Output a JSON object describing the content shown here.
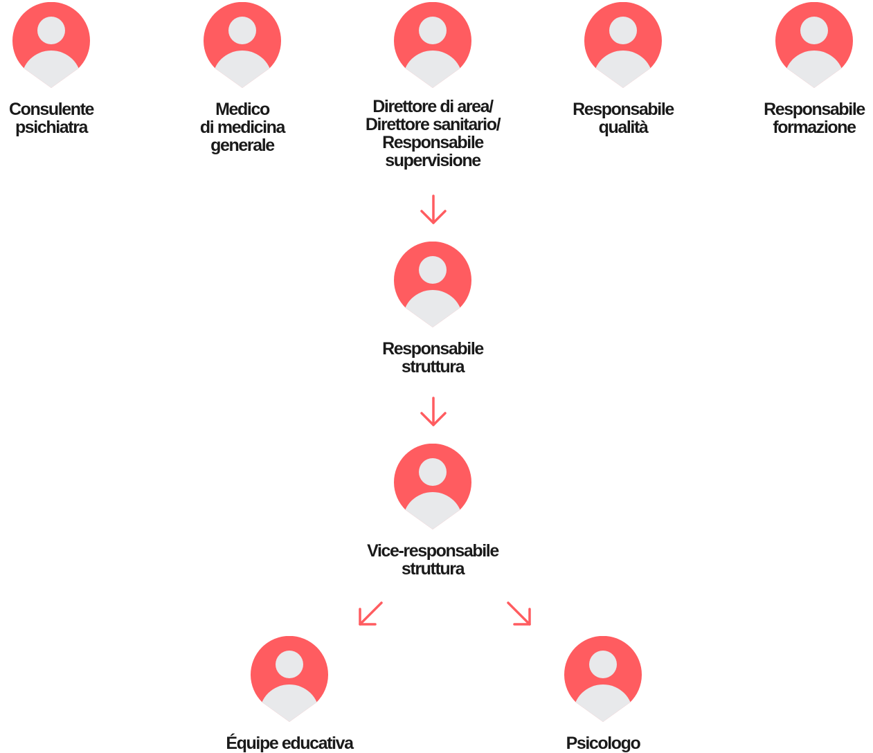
{
  "colors": {
    "accent": "#ff5c60",
    "avatar_fill": "#e8e9eb",
    "text": "#1a1a1a"
  },
  "nodes": {
    "consulente": {
      "icon": "person-icon",
      "lines": [
        "Consulente",
        "psichiatra"
      ]
    },
    "medico": {
      "icon": "person-icon",
      "lines": [
        "Medico",
        "di medicina",
        "generale"
      ]
    },
    "direttore": {
      "icon": "person-icon",
      "lines": [
        "Direttore di area/",
        "Direttore sanitario/",
        "Responsabile",
        "supervisione"
      ]
    },
    "qualita": {
      "icon": "person-icon",
      "lines": [
        "Responsabile",
        "qualità"
      ]
    },
    "formazione": {
      "icon": "person-icon",
      "lines": [
        "Responsabile",
        "formazione"
      ]
    },
    "struttura": {
      "icon": "person-icon",
      "lines": [
        "Responsabile",
        "struttura"
      ]
    },
    "vice": {
      "icon": "person-icon",
      "lines": [
        "Vice-responsabile",
        "struttura"
      ]
    },
    "equipe": {
      "icon": "person-icon",
      "lines": [
        "Équipe educativa"
      ]
    },
    "psicologo": {
      "icon": "person-icon",
      "lines": [
        "Psicologo"
      ]
    }
  },
  "arrows": [
    {
      "icon": "arrow-down-icon",
      "from": "direttore",
      "to": "struttura"
    },
    {
      "icon": "arrow-down-icon",
      "from": "struttura",
      "to": "vice"
    },
    {
      "icon": "arrow-down-left-icon",
      "from": "vice",
      "to": "equipe"
    },
    {
      "icon": "arrow-down-right-icon",
      "from": "vice",
      "to": "psicologo"
    }
  ]
}
